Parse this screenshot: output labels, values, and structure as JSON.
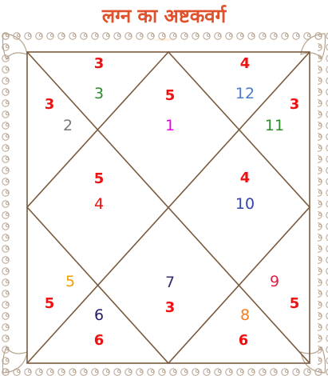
{
  "title": "लग्न का अष्टकवर्ग",
  "colors": {
    "title": "#e0502a",
    "score": "#ee1111",
    "frame_line": "#7a5a3e",
    "border_ornament": "#b7a48f",
    "center_glow": "#ffb46e"
  },
  "houses": [
    {
      "house": "1",
      "score": "5",
      "house_color": "#ee00ee"
    },
    {
      "house": "2",
      "score": "3",
      "house_color": "#777777"
    },
    {
      "house": "3",
      "score": "3",
      "house_color": "#2e8b2e"
    },
    {
      "house": "4",
      "score": "5",
      "house_color": "#ee1111"
    },
    {
      "house": "5",
      "score": "5",
      "house_color": "#f0a000"
    },
    {
      "house": "6",
      "score": "6",
      "house_color": "#2a1a6e"
    },
    {
      "house": "7",
      "score": "3",
      "house_color": "#3a2a7a"
    },
    {
      "house": "8",
      "score": "6",
      "house_color": "#f08020"
    },
    {
      "house": "9",
      "score": "5",
      "house_color": "#dd2244"
    },
    {
      "house": "10",
      "score": "4",
      "house_color": "#3344aa"
    },
    {
      "house": "11",
      "score": "3",
      "house_color": "#2e8b2e"
    },
    {
      "house": "12",
      "score": "4",
      "house_color": "#4a7acc"
    }
  ]
}
